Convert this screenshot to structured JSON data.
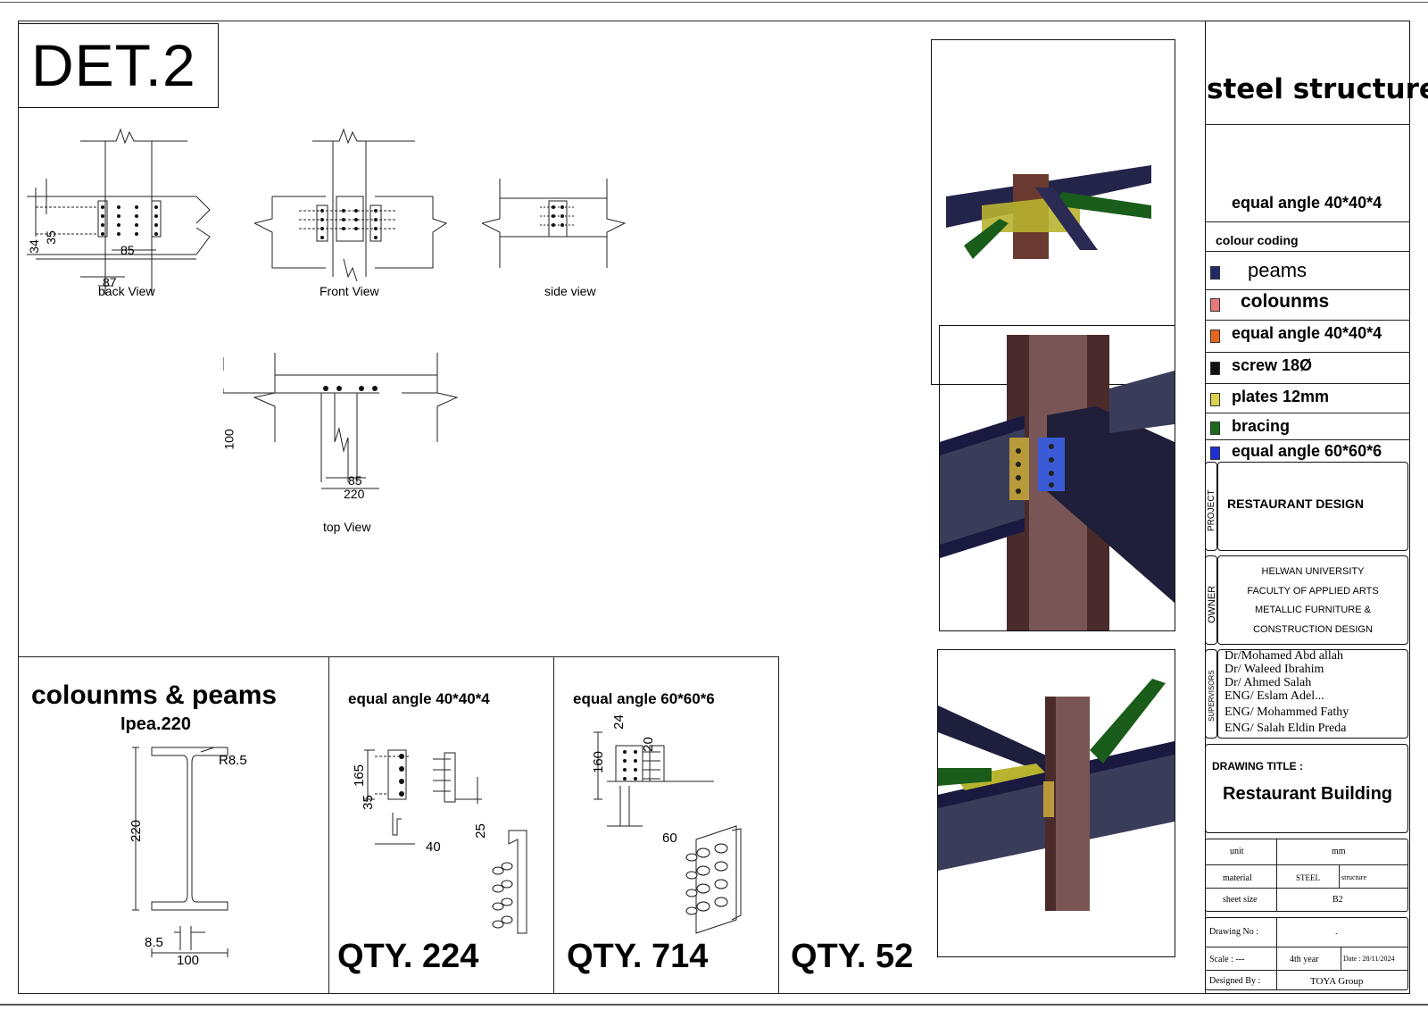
{
  "detail": {
    "title": "DET.2"
  },
  "views": {
    "back": {
      "label": "back View",
      "dims": [
        "34",
        "35",
        "85",
        "87"
      ]
    },
    "front": {
      "label": "Front View"
    },
    "side": {
      "label": "side view"
    },
    "top": {
      "label": "top View",
      "dims": [
        "100",
        "85",
        "220"
      ]
    }
  },
  "sections": {
    "profile": {
      "title": "colounms & peams",
      "subtitle": "Ipea.220",
      "dims": [
        "R8.5",
        "220",
        "8.5",
        "100"
      ]
    },
    "angle40": {
      "title": "equal angle 40*40*4",
      "dims": [
        "165",
        "35",
        "40",
        "25"
      ],
      "qty": "QTY. 224"
    },
    "angle60": {
      "title": "equal angle 60*60*6",
      "dims": [
        "24",
        "20",
        "160",
        "60"
      ],
      "qty": "QTY. 714"
    },
    "render": {
      "qty": "QTY. 52"
    }
  },
  "title_block": {
    "header": "steel structure",
    "subheader": "equal angle 40*40*4",
    "colour_coding_label": "colour coding",
    "legend": [
      {
        "label": "peams",
        "color": "#1f2a66"
      },
      {
        "label": "colounms",
        "color": "#e8787a"
      },
      {
        "label": "equal angle 40*40*4",
        "color": "#e8641e"
      },
      {
        "label": "screw 18Ø",
        "color": "#111111"
      },
      {
        "label": "plates 12mm",
        "color": "#d9d24a"
      },
      {
        "label": "bracing",
        "color": "#1a6b1a"
      },
      {
        "label": "equal angle 60*60*6",
        "color": "#1c2fd6"
      }
    ],
    "project_label": "PROJECT",
    "project_name": "RESTAURANT DESIGN",
    "owner_label": "OWNER",
    "owner_lines": [
      "HELWAN UNIVERSITY",
      "FACULTY OF APPLIED ARTS",
      "METALLIC FURNITURE &",
      "CONSTRUCTION DESIGN"
    ],
    "supervisors_label": "SUPERVISORS",
    "supervisors": [
      "Dr/Mohamed Abd allah",
      "Dr/ Waleed Ibrahim",
      "Dr/ Ahmed Salah",
      "ENG/ Eslam Adel...",
      "ENG/ Mohammed Fathy",
      "ENG/ Salah Eldin Preda"
    ],
    "drawing_title_label": "DRAWING TITLE :",
    "drawing_title": "Restaurant Building",
    "unit_label": "unit",
    "unit_value": "mm",
    "material_label": "material",
    "material_value": "STEEL",
    "material_value2": "structure",
    "sheet_size_label": "sheet size",
    "sheet_size_value": "B2",
    "drawing_no_label": "Drawing No :",
    "drawing_no_value": ".",
    "scale_label": "Scale : ---",
    "year_value": "4th year",
    "date_value": "Date : 28/11/2024",
    "designed_by_label": "Designed By :",
    "designed_by_value": "TOYA Group"
  }
}
